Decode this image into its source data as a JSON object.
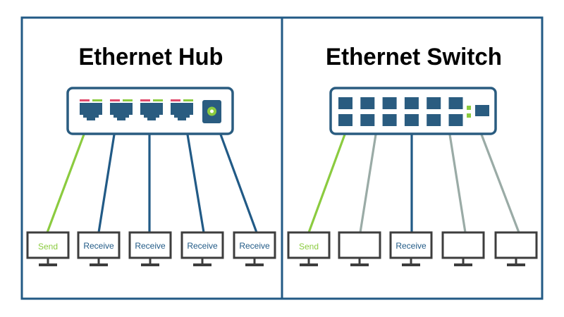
{
  "colors": {
    "frame": "#225a85",
    "device": "#2a5c80",
    "send_line": "#8bcb3f",
    "receive_line": "#215a86",
    "idle_line": "#9aaba6",
    "monitor": "#3d3d3d",
    "led_red": "#e04a6b",
    "led_green": "#8bcb3f",
    "send_text": "#8bcb3f",
    "receive_text": "#215a86"
  },
  "panels": [
    {
      "title": "Ethernet Hub",
      "device": "hub",
      "hub_ports": 4,
      "monitors": [
        {
          "label": "Send",
          "role": "send"
        },
        {
          "label": "Receive",
          "role": "receive"
        },
        {
          "label": "Receive",
          "role": "receive"
        },
        {
          "label": "Receive",
          "role": "receive"
        },
        {
          "label": "Receive",
          "role": "receive"
        }
      ]
    },
    {
      "title": "Ethernet Switch",
      "device": "switch",
      "switch_ports": 12,
      "monitors": [
        {
          "label": "Send",
          "role": "send"
        },
        {
          "label": "",
          "role": "idle"
        },
        {
          "label": "Receive",
          "role": "receive"
        },
        {
          "label": "",
          "role": "idle"
        },
        {
          "label": "",
          "role": "idle"
        }
      ]
    }
  ]
}
